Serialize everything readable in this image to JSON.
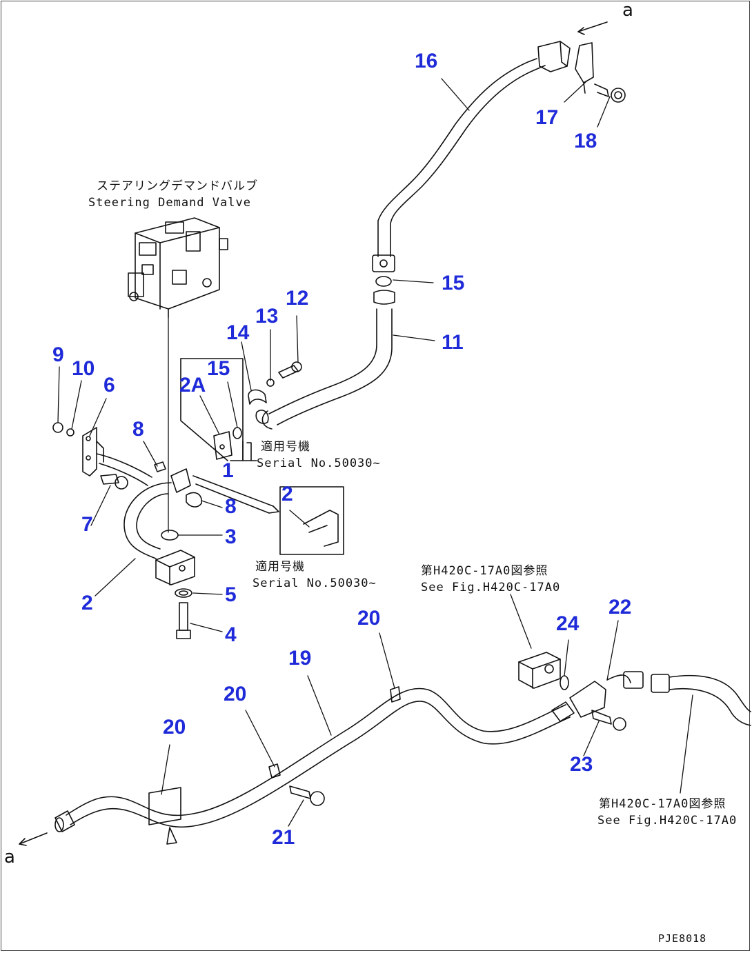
{
  "drawing": {
    "callout_color": "#1f2bd8",
    "line_color": "#111111",
    "callouts": [
      "16",
      "17",
      "18",
      "15",
      "11",
      "12",
      "13",
      "14",
      "15",
      "2A",
      "1",
      "9",
      "10",
      "6",
      "8",
      "8",
      "7",
      "3",
      "2",
      "5",
      "4",
      "2",
      "22",
      "24",
      "20",
      "19",
      "20",
      "20",
      "23",
      "21"
    ],
    "notes": {
      "valve_jp": "ステアリングデマンドバルブ",
      "valve_en": "Steering Demand Valve",
      "serial1_jp": "適用号機",
      "serial1_en": "Serial No.50030~",
      "serial2_jp": "適用号機",
      "serial2_en": "Serial No.50030~",
      "fig1_jp": "第H420C-17A0図参照",
      "fig1_en": "See Fig.H420C-17A0",
      "fig2_jp": "第H420C-17A0図参照",
      "fig2_en": "See Fig.H420C-17A0"
    },
    "ref_a_top": "a",
    "ref_a_bottom": "a",
    "drawing_code": "PJE8018"
  }
}
